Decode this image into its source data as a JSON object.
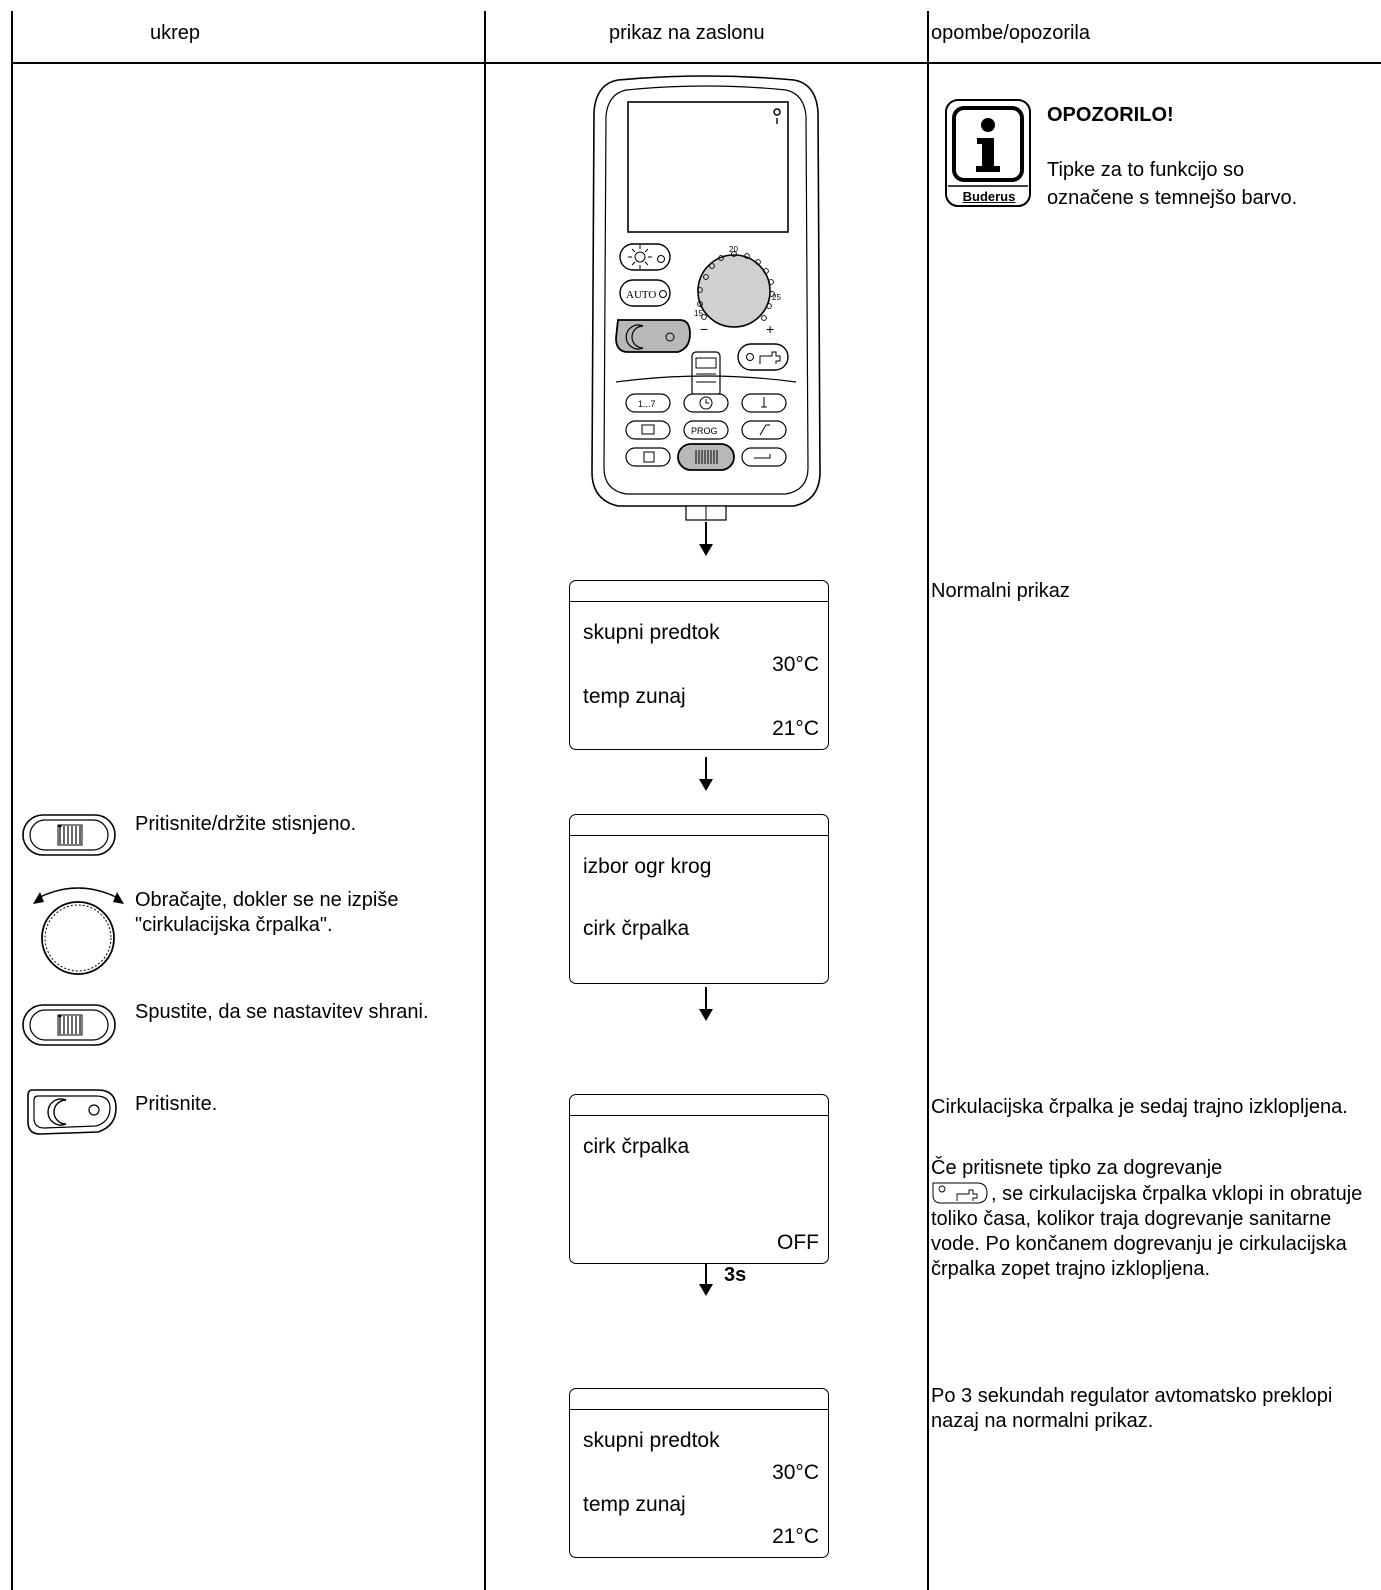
{
  "header": {
    "col1": "ukrep",
    "col2": "prikaz na zaslonu",
    "col3": "opombe/opozorila"
  },
  "notice": {
    "logo_text": "Buderus",
    "title": "OPOZORILO!",
    "text": "Tipke za to funkcijo so označene s temnejšo barvo."
  },
  "device": {
    "dial_marks": [
      "20",
      "15",
      "25",
      "−",
      "+"
    ],
    "key_labels": [
      "AUTO",
      "1...7",
      "PROG"
    ]
  },
  "steps": [
    {
      "text": "Pritisnite/držite stisnjeno.",
      "icon": "manual-key-icon"
    },
    {
      "text": "Obračajte, dokler se ne izpiše \"cirkulacijska črpalka\".",
      "icon": "rotary-knob-icon"
    },
    {
      "text": "Spustite, da se nastavitev shrani.",
      "icon": "manual-key-icon"
    },
    {
      "text": "Pritisnite.",
      "icon": "night-mode-key-icon"
    }
  ],
  "displays": [
    {
      "line1": "skupni predtok",
      "value1": "30°C",
      "line2": "temp zunaj",
      "value2": "21°C"
    },
    {
      "line1": "izbor ogr krog",
      "line2": "cirk črpalka"
    },
    {
      "line1": "cirk črpalka",
      "value": "OFF"
    },
    {
      "line1": "skupni predtok",
      "value1": "30°C",
      "line2": "temp zunaj",
      "value2": "21°C"
    }
  ],
  "arrow_delay_label": "3s",
  "notes": {
    "normal": "Normalni prikaz",
    "pump_off": "Cirkulacijska črpalka je sedaj trajno izklopljena.",
    "reheat_before": "Če pritisnete tipko za dogrevanje",
    "reheat_after": ", se cirkulacijska črpalka vklopi in obratuje toliko časa, kolikor traja dogrevanje sanitarne vode. Po končanem dogrevanju je cirkulacijska črpalka zopet trajno izklopljena.",
    "return": "Po 3 sekundah regulator avtomatsko preklopi nazaj na normalni prikaz."
  }
}
